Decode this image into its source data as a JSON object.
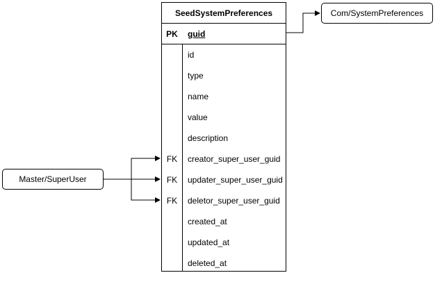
{
  "table": {
    "title": "SeedSystemPreferences",
    "primary_key": {
      "key": "PK",
      "name": "guid"
    },
    "fields": [
      {
        "key": "",
        "name": "id"
      },
      {
        "key": "",
        "name": "type"
      },
      {
        "key": "",
        "name": "name"
      },
      {
        "key": "",
        "name": "value"
      },
      {
        "key": "",
        "name": "description"
      },
      {
        "key": "FK",
        "name": "creator_super_user_guid"
      },
      {
        "key": "FK",
        "name": "updater_super_user_guid"
      },
      {
        "key": "FK",
        "name": "deletor_super_user_guid"
      },
      {
        "key": "",
        "name": "created_at"
      },
      {
        "key": "",
        "name": "updated_at"
      },
      {
        "key": "",
        "name": "deleted_at"
      }
    ]
  },
  "related_entities": {
    "com": "Com/SystemPreferences",
    "master": "Master/SuperUser"
  },
  "colors": {
    "line": "#000000",
    "background": "#ffffff"
  }
}
